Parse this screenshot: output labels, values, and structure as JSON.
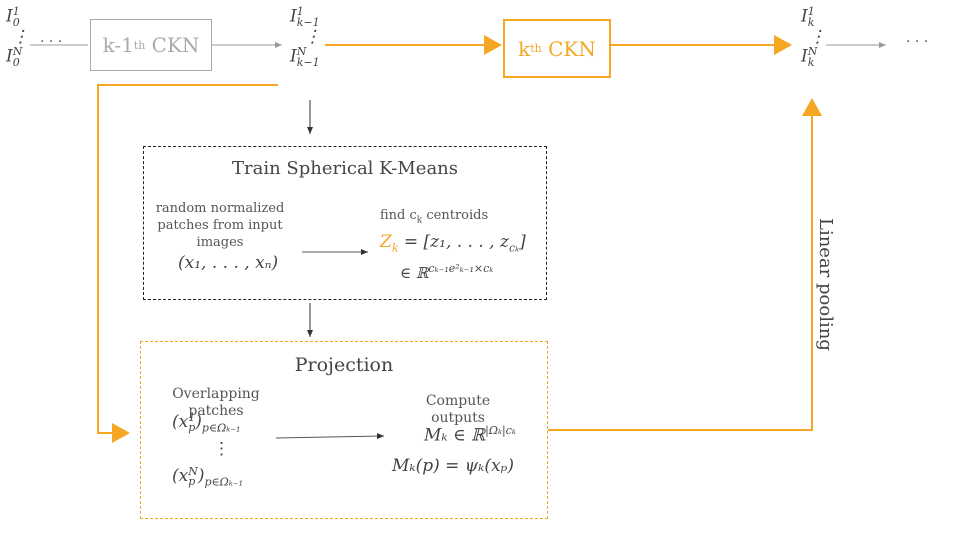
{
  "top_row": {
    "left_stack": {
      "top": "I",
      "top_sub": "0",
      "top_sup": "1",
      "dots": "⋮",
      "bottom": "I",
      "bottom_sub": "0",
      "bottom_sup": "N"
    },
    "left_ellipsis": "· · ·",
    "prev_ckn": {
      "prefix": "k-1",
      "sup": "th",
      "suffix": " CKN"
    },
    "mid_stack": {
      "top": "I",
      "top_sub": "k−1",
      "top_sup": "1",
      "dots": "⋮",
      "bottom": "I",
      "bottom_sub": "k−1",
      "bottom_sup": "N"
    },
    "curr_ckn": {
      "prefix": "k",
      "sup": "th",
      "suffix": " CKN"
    },
    "right_stack": {
      "top": "I",
      "top_sub": "k",
      "top_sup": "1",
      "dots": "⋮",
      "bottom": "I",
      "bottom_sub": "k",
      "bottom_sup": "N"
    },
    "right_ellipsis": "· · ·"
  },
  "kmeans": {
    "title": "Train Spherical K-Means",
    "input_text": "random normalized patches from input images",
    "input_math": "(x₁, . . . , xₙ)",
    "find_label": "find c",
    "find_sub": "k",
    "find_suffix": " centroids",
    "z_symbol": "Z",
    "z_sub": "k",
    "z_rest": "= [z₁, . . . , z",
    "z_rest_sub": "cₖ",
    "z_close": "]",
    "domain": "∈ ℝ",
    "domain_sup": "cₖ₋₁e²ₖ₋₁×cₖ"
  },
  "projection": {
    "title": "Projection",
    "left_label": "Overlapping patches",
    "patch_top": "(x",
    "patch_top_sup": "1",
    "patch_top_sub": "p",
    "patch_top_rest": ")",
    "patch_top_index": "p∈Ωₖ₋₁",
    "patch_dots": "⋮",
    "patch_bottom": "(x",
    "patch_bottom_sup": "N",
    "patch_bottom_sub": "p",
    "patch_bottom_rest": ")",
    "patch_bottom_index": "p∈Ωₖ₋₁",
    "right_label": "Compute outputs",
    "m_line1": "Mₖ ∈ ℝ",
    "m_line1_sup": "|Ωₖ|cₖ",
    "m_line2": "Mₖ(p) = ψₖ(xₚ)"
  },
  "side_label": "Linear pooling",
  "colors": {
    "orange": "#f5a623",
    "gray": "#aaaaaa",
    "dark": "#222222"
  }
}
